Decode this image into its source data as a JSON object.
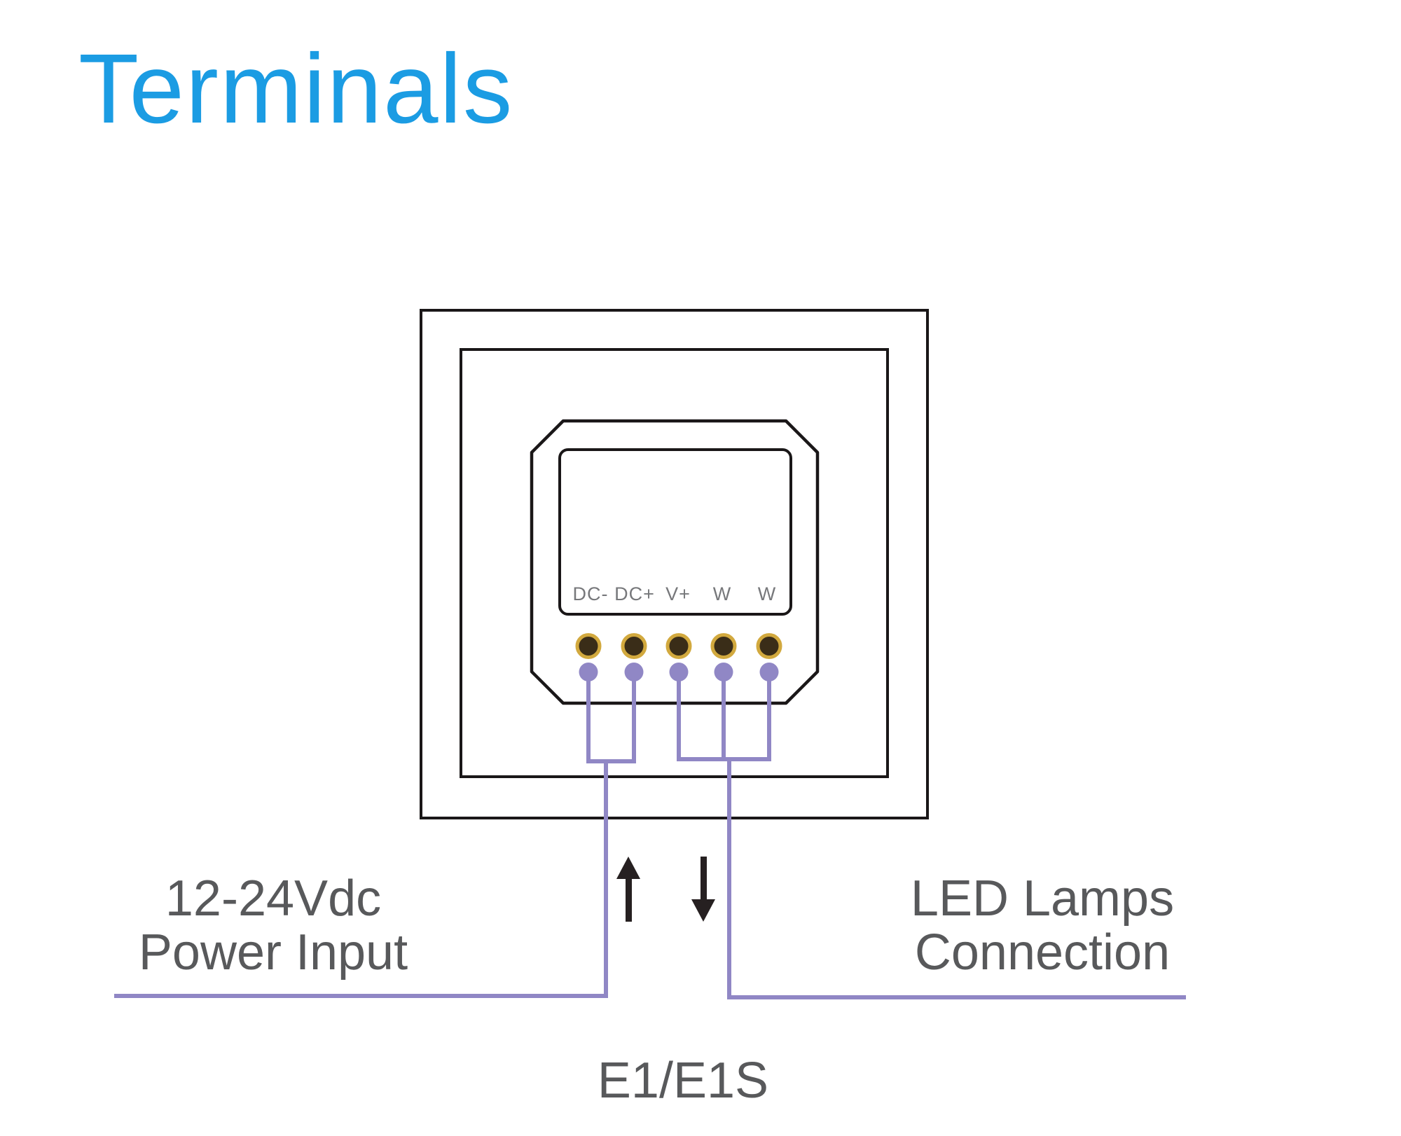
{
  "title": "Terminals",
  "device": {
    "terminal_labels": [
      "DC-",
      "DC+",
      "V+",
      "W",
      "W"
    ]
  },
  "annotations": {
    "power_label_line1": "12-24Vdc",
    "power_label_line2": "Power Input",
    "led_label_line1": "LED Lamps",
    "led_label_line2": "Connection",
    "model": "E1/E1S"
  },
  "icons": {
    "arrow_up": "arrow-up-icon",
    "arrow_down": "arrow-down-icon"
  },
  "colors": {
    "bg": "#ffffff",
    "title_blue": "#1B9CE3",
    "text_gray": "#58595B",
    "label_gray": "#77787B",
    "line_black": "#1A1718",
    "arrow_dark": "#262021",
    "wire_purple": "#9087C5",
    "terminal_gold": "#D2A93E",
    "terminal_core": "#3A2D18"
  }
}
